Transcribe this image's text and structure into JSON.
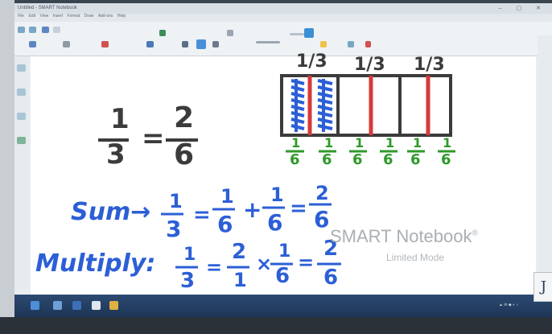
{
  "window": {
    "title": "Untitled - SMART Notebook",
    "menu": [
      "File",
      "Edit",
      "View",
      "Insert",
      "Format",
      "Draw",
      "Add-ons",
      "Help"
    ],
    "controls": "– ▢ ✕"
  },
  "watermark": {
    "title": "SMART Notebook",
    "trademark": "®",
    "subtitle": "Limited Mode"
  },
  "board": {
    "top_labels": [
      "1/3",
      "1/3",
      "1/3"
    ],
    "bottom_labels": [
      "1",
      "6",
      "1",
      "6",
      "1",
      "6",
      "1",
      "6",
      "1",
      "6",
      "1",
      "6"
    ],
    "equivalence": {
      "left_num": "1",
      "left_den": "3",
      "eq": "=",
      "right_num": "2",
      "right_den": "6"
    },
    "sum": {
      "label": "Sum→",
      "a_num": "1",
      "a_den": "3",
      "eq1": "=",
      "b_num": "1",
      "b_den": "6",
      "plus": "+",
      "c_num": "1",
      "c_den": "6",
      "eq2": "=",
      "r_num": "2",
      "r_den": "6"
    },
    "multiply": {
      "label": "Multiply:",
      "a_num": "1",
      "a_den": "3",
      "eq1": "=",
      "b_num": "2",
      "b_den": "1",
      "times": "×",
      "c_num": "1",
      "c_den": "6",
      "eq2": "=",
      "r_num": "2",
      "r_den": "6"
    }
  },
  "side_widget": "J",
  "colors": {
    "ink_black": "#3b3b3b",
    "ink_blue": "#2c5fd6",
    "ink_green": "#2f9a2a",
    "ink_red": "#d63a3a",
    "taskbar": "#2c4a72"
  }
}
